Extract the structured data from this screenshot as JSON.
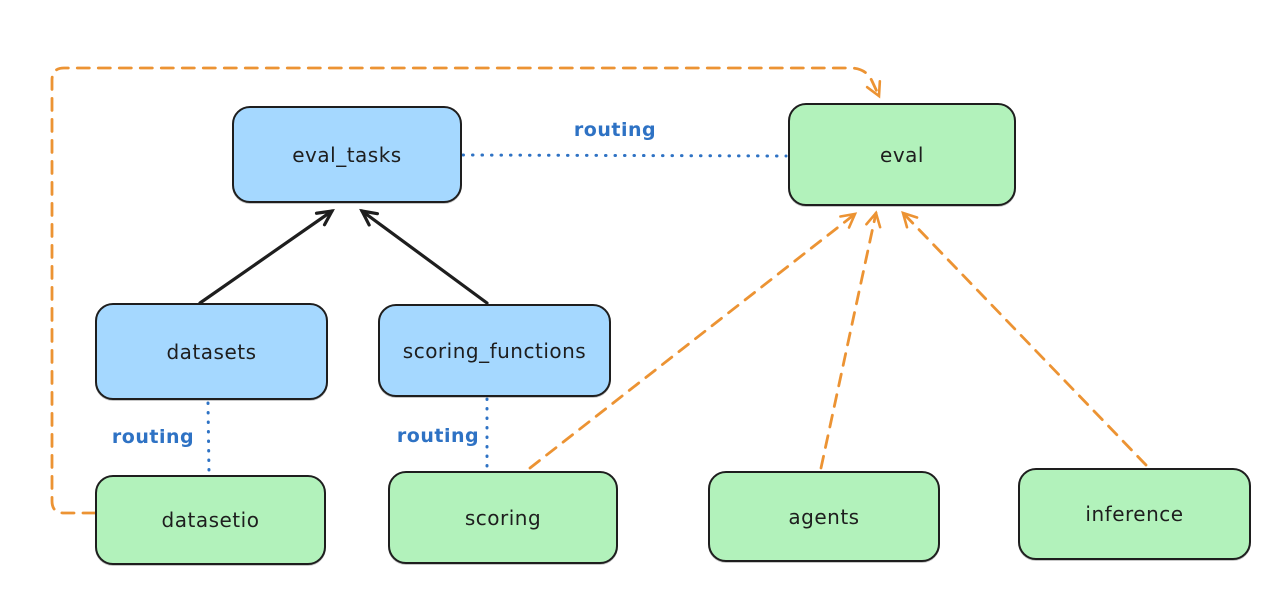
{
  "diagram": {
    "type": "architecture-flowchart",
    "nodes": {
      "eval_tasks": {
        "label": "eval_tasks",
        "kind": "api"
      },
      "eval": {
        "label": "eval",
        "kind": "provider"
      },
      "datasets": {
        "label": "datasets",
        "kind": "api"
      },
      "scoring_functions": {
        "label": "scoring_functions",
        "kind": "api"
      },
      "datasetio": {
        "label": "datasetio",
        "kind": "provider"
      },
      "scoring": {
        "label": "scoring",
        "kind": "provider"
      },
      "agents": {
        "label": "agents",
        "kind": "provider"
      },
      "inference": {
        "label": "inference",
        "kind": "provider"
      }
    },
    "edges": [
      {
        "from": "datasets",
        "to": "eval_tasks",
        "style": "solid",
        "color": "black",
        "arrow": true,
        "label": ""
      },
      {
        "from": "scoring_functions",
        "to": "eval_tasks",
        "style": "solid",
        "color": "black",
        "arrow": true,
        "label": ""
      },
      {
        "from": "eval_tasks",
        "to": "eval",
        "style": "dotted",
        "color": "blue",
        "arrow": false,
        "label": "routing"
      },
      {
        "from": "datasets",
        "to": "datasetio",
        "style": "dotted",
        "color": "blue",
        "arrow": false,
        "label": "routing"
      },
      {
        "from": "scoring_functions",
        "to": "scoring",
        "style": "dotted",
        "color": "blue",
        "arrow": false,
        "label": "routing"
      },
      {
        "from": "datasetio",
        "to": "eval",
        "style": "dashed",
        "color": "orange",
        "arrow": true,
        "label": ""
      },
      {
        "from": "scoring",
        "to": "eval",
        "style": "dashed",
        "color": "orange",
        "arrow": true,
        "label": ""
      },
      {
        "from": "agents",
        "to": "eval",
        "style": "dashed",
        "color": "orange",
        "arrow": true,
        "label": ""
      },
      {
        "from": "inference",
        "to": "eval",
        "style": "dashed",
        "color": "orange",
        "arrow": true,
        "label": ""
      }
    ],
    "edge_labels": {
      "eval_tasks_to_eval": "routing",
      "datasets_to_datasetio": "routing",
      "scoring_functions_to_scoring": "routing"
    },
    "colors": {
      "api_node_fill": "#a5d8ff",
      "provider_node_fill": "#b2f2bb",
      "node_stroke": "#1e1e1e",
      "black_arrow": "#1e1e1e",
      "orange_dashed": "#ec9333",
      "blue_dotted": "#2e72c4",
      "background": "#ffffff"
    }
  }
}
